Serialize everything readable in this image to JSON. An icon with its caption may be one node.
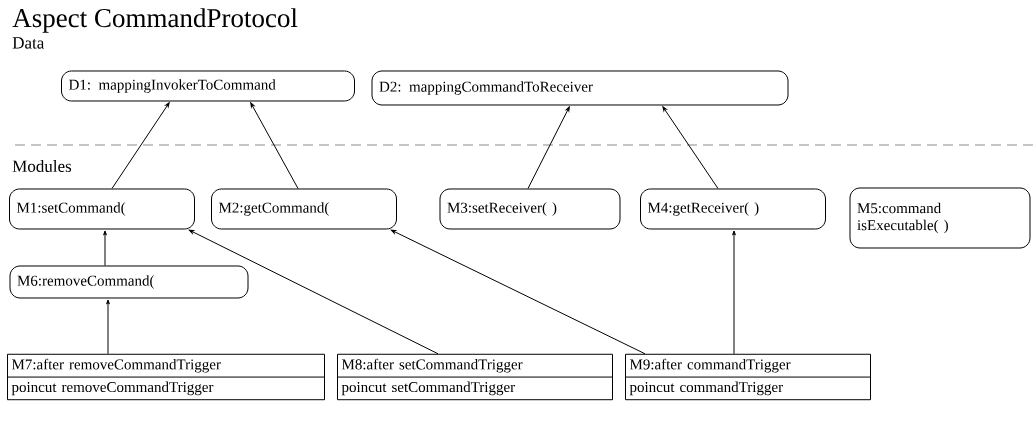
{
  "diagram": {
    "title": "Aspect CommandProtocol",
    "nodes": [
      {
        "text": [
          "D1: mappingInvokerToCommand"
        ]
      },
      {
        "text": [
          "D2: mappingCommandToReceiver"
        ]
      },
      {
        "text": [
          "M1:setCommand("
        ]
      },
      {
        "text": [
          "M2:getCommand("
        ]
      },
      {
        "text": [
          "M3:setReceiver( )"
        ]
      },
      {
        "text": [
          "M4:getReceiver( )"
        ]
      },
      {
        "text": [
          "M5:command isExecutable( )"
        ]
      },
      {
        "text": [
          "M6:removeCommand("
        ]
      },
      {
        "text": [
          "M7:after removeCommandTrigger",
          "poincut removeCommandTrigger"
        ]
      },
      {
        "text": [
          "M8:after setCommandTrigger",
          "poincut setCommandTrigger"
        ]
      },
      {
        "text": [
          "M9:after commandTrigger",
          "poincut commandTrigger"
        ]
      }
    ],
    "edges": [
      {
        "from": 2,
        "to": 0,
        "arrow": "to"
      },
      {
        "from": 3,
        "to": 0,
        "arrow": "to"
      },
      {
        "from": 4,
        "to": 1,
        "arrow": "to"
      },
      {
        "from": 5,
        "to": 1,
        "arrow": "to"
      },
      {
        "from": 7,
        "to": 2,
        "arrow": "to"
      },
      {
        "from": 8,
        "to": 7,
        "arrow": "to"
      },
      {
        "from": 9,
        "to": 2,
        "arrow": "to"
      },
      {
        "from": 10,
        "to": 3,
        "arrow": "to"
      },
      {
        "from": 10,
        "to": 5,
        "arrow": "to"
      }
    ],
    "labels": [
      "Data",
      "Modules"
    ]
  }
}
